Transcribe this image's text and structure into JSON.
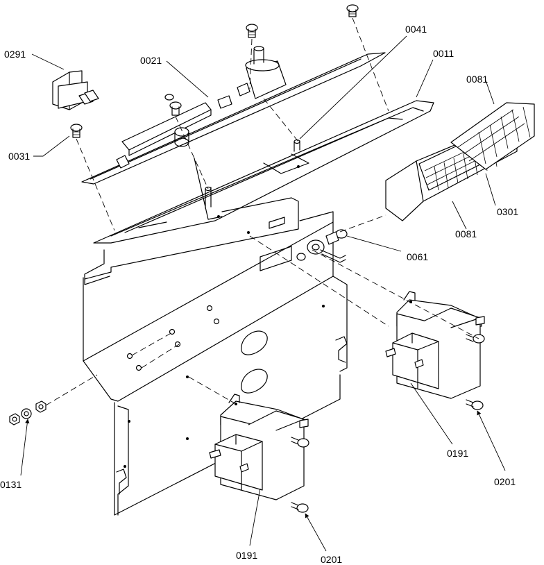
{
  "labels": {
    "0011": "0011",
    "0021": "0021",
    "0031": "0031",
    "0041": "0041",
    "0061": "0061",
    "0081_top": "0081",
    "0081_bottom": "0081",
    "0131": "0131",
    "0191_left": "0191",
    "0191_right": "0191",
    "0201_left": "0201",
    "0201_right": "0201",
    "0291": "0291",
    "0301": "0301"
  },
  "colors": {
    "ink": "#000000",
    "paper": "#ffffff"
  }
}
